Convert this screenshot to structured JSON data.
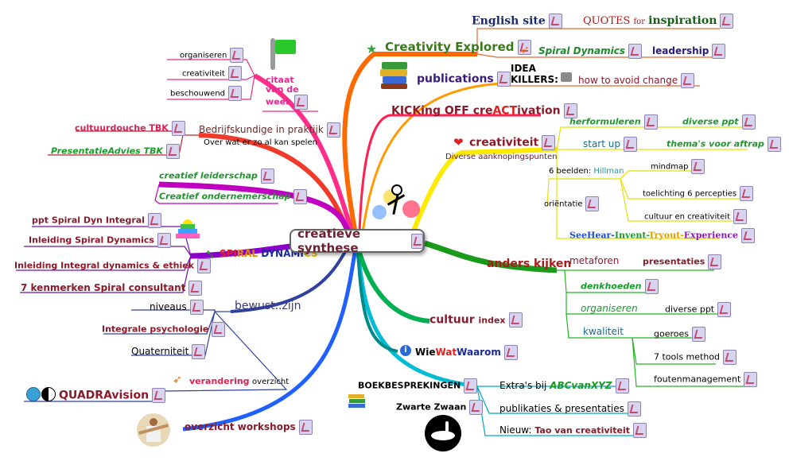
{
  "center": {
    "label": "creatieve synthese"
  },
  "top": {
    "english_site": "English site",
    "quotes": "QUOTES",
    "quotes_for": "for",
    "quotes_inspiration": "inspiration",
    "creativity_explored": "Creativity Explored",
    "spiral_dynamics": "Spiral Dynamics",
    "leadership": "leadership",
    "publications": "publications",
    "idea": "IDEA",
    "killers": "KILLERS:",
    "avoid_change": "how to avoid change",
    "kicking_a": "KICKing OFF cre",
    "kicking_b": "ACT",
    "kicking_c": "ivation"
  },
  "left": {
    "organiseren": "organiseren",
    "creativiteit": "creativiteit",
    "beschouwend": "beschouwend",
    "citaat": "citaat",
    "van_de": "van de",
    "week": "week",
    "cultuurdouche": "cultuurdouche TBK",
    "presentatieadvies": "PresentatieAdvies TBK",
    "bedrijfskundige": "Bedrijfskundige in praktijk",
    "over_wat": "Over wat er zo al kan spelen",
    "creatief_leiderschap": "creatief leiderschap",
    "creatief_ondernemerschap": "Creatief ondernemerschap",
    "ppt_spiral": "ppt  Spiral Dyn  Integral",
    "inleiding_spiral": "Inleiding Spiral Dynamics",
    "inleiding_integral": "Inleiding Integral dynamics & ethiek",
    "kenmerken": "7 kenmerken Spiral consultant",
    "spiral_a": "SPI",
    "spiral_b": "RAL",
    "spiral_c": " DYNAMI",
    "spiral_d": "CS",
    "niveaus": "niveaus",
    "bewust": "bewust..zijn",
    "integrale": "Integrale psychologie",
    "quaterniteit": "Quaterniteit",
    "verandering": "verandering",
    "overzicht": "overzicht",
    "quadravision": "QUADRAvision",
    "workshops": "overzicht workshops"
  },
  "right": {
    "creativiteit": "creativiteit",
    "diverse_aanknoping": "Diverse aanknopingspunten",
    "herformuleren": "herformuleren",
    "diverse_ppt": "diverse ppt",
    "start_up": "start up",
    "themas": "thema's voor aftrap",
    "beelden": "6 beelden:",
    "hillman": "Hillman",
    "mindmap": "mindmap",
    "toelichting": "toelichting 6 percepties",
    "orientatie": "oriëntatie",
    "cultuur_creativiteit": "cultuur en creativiteit",
    "seehear": "SeeHear-",
    "invent": "Invent-",
    "tryout": "Tryout-",
    "experience": "Experience",
    "anders_kijken": "anders kijken",
    "metaforen": "metaforen",
    "presentaties": "presentaties",
    "denkhoeden": "denkhoeden",
    "organiseren": "organiseren",
    "diverse_ppt2": "diverse ppt",
    "kwaliteit": "kwaliteit",
    "goeroes": "goeroes",
    "tools": "7 tools method",
    "fouten": "foutenmanagement",
    "cultuur": "cultuur",
    "index": "index",
    "wie": "Wie",
    "wat": "Wat",
    "waarom": "Waarom",
    "boekbesprekingen": "BOEKBESPREKINGEN",
    "extras": "Extra's bij",
    "abc": "ABCvanXYZ",
    "zwarte_zwaan": "Zwarte Zwaan",
    "publikaties": "publikaties & presentaties",
    "nieuw": "Nieuw:",
    "tao": "Tao van creativiteit"
  }
}
